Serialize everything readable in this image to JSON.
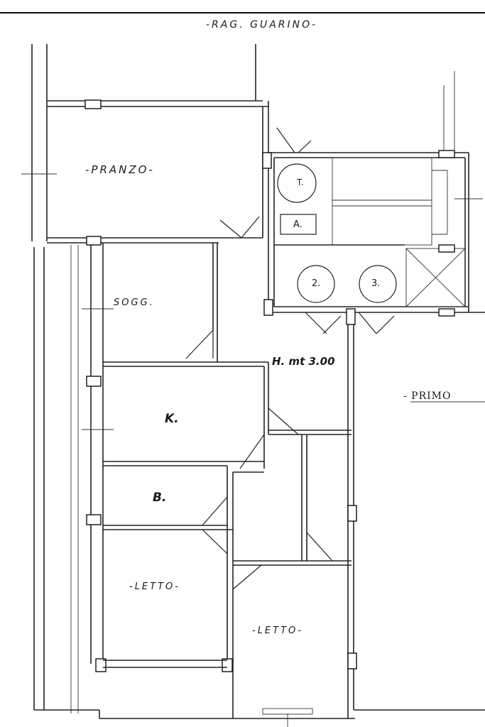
{
  "title": "-RAG. GUARINO-",
  "floor_label": "- PRIMO",
  "height_note": "H. mt 3.00",
  "rooms": {
    "pranzo": "-PRANZO-",
    "sogg": "SOGG.",
    "k": "K.",
    "b": "B.",
    "letto1": "-LETTO-",
    "letto2": "-LETTO-"
  },
  "fixtures": {
    "lift_t": "T.",
    "box_a": "A.",
    "lift_2": "2.",
    "lift_3": "3."
  }
}
